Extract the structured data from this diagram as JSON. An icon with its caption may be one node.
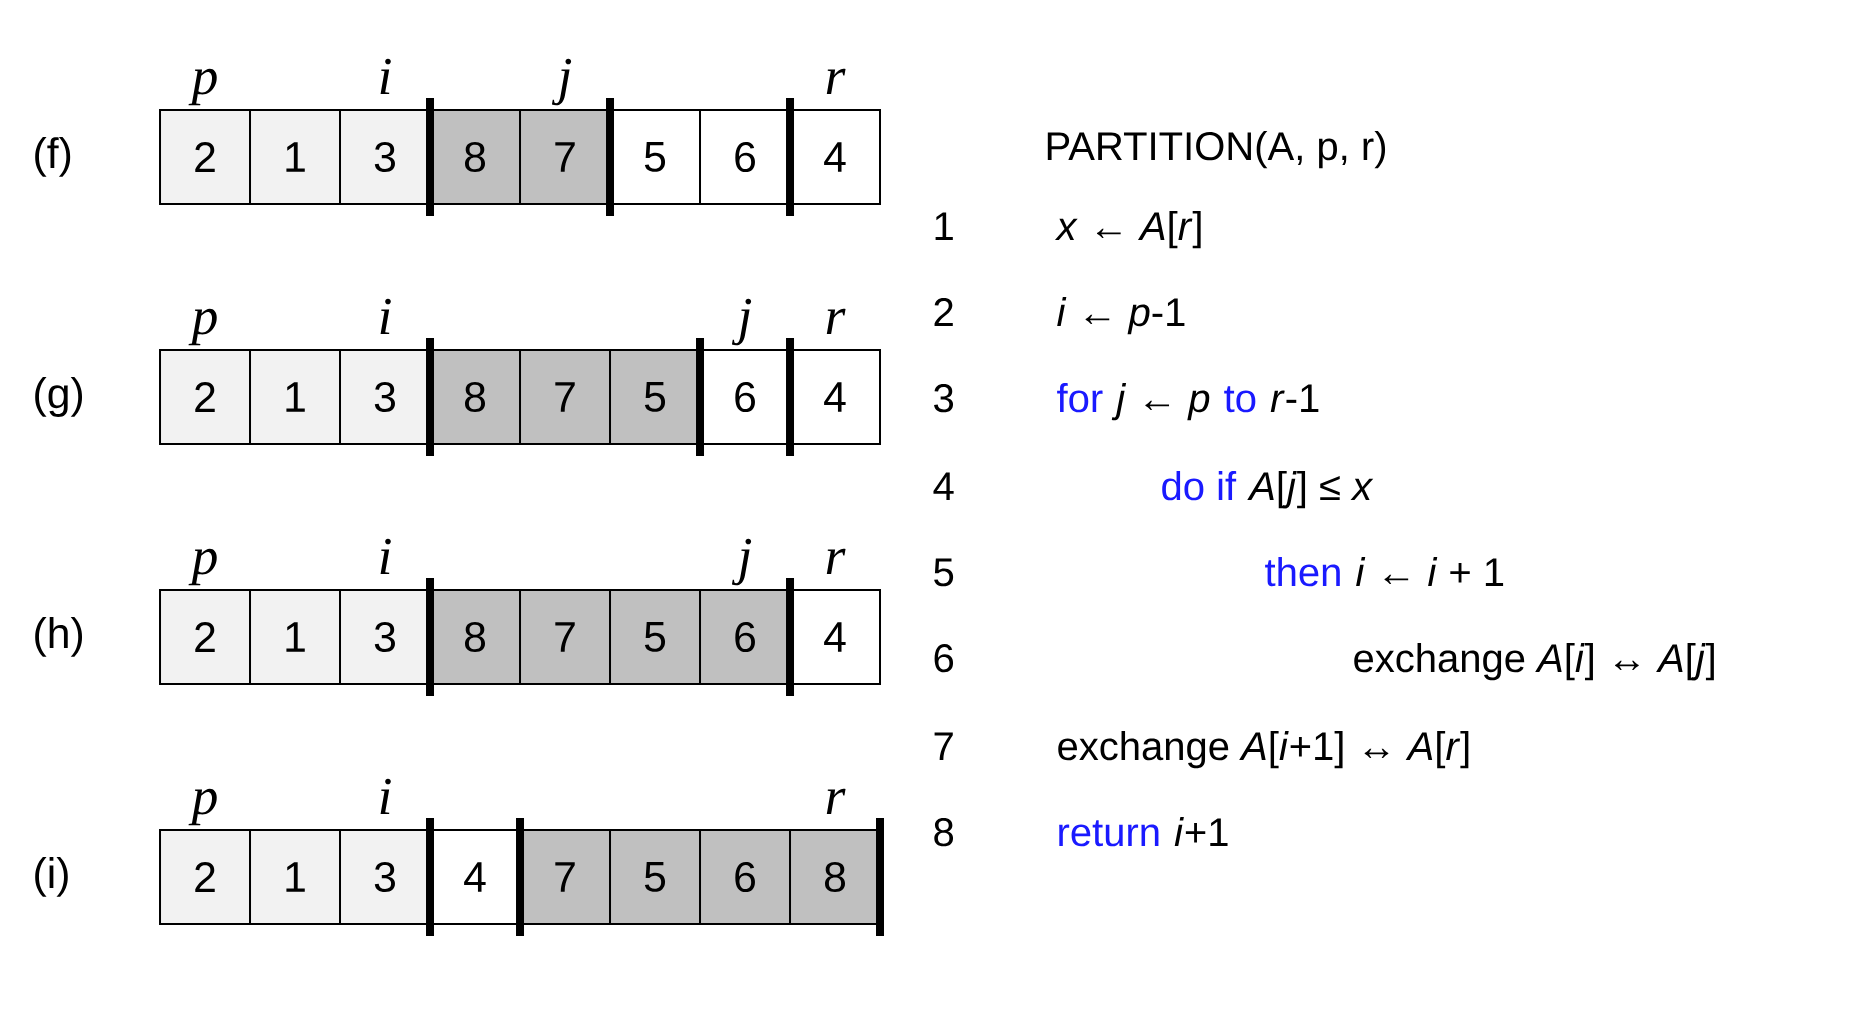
{
  "diagram": {
    "nodes": [
      {
        "text": [
          "2"
        ]
      },
      {
        "text": [
          "1"
        ]
      },
      {
        "text": [
          "3"
        ]
      },
      {
        "text": [
          "8"
        ]
      },
      {
        "text": [
          "7"
        ]
      },
      {
        "text": [
          "5"
        ]
      },
      {
        "text": [
          "6"
        ]
      },
      {
        "text": [
          "4"
        ]
      },
      {
        "text": [
          "2"
        ]
      },
      {
        "text": [
          "1"
        ]
      },
      {
        "text": [
          "3"
        ]
      },
      {
        "text": [
          "8"
        ]
      },
      {
        "text": [
          "7"
        ]
      },
      {
        "text": [
          "5"
        ]
      },
      {
        "text": [
          "6"
        ]
      },
      {
        "text": [
          "4"
        ]
      },
      {
        "text": [
          "2"
        ]
      },
      {
        "text": [
          "1"
        ]
      },
      {
        "text": [
          "3"
        ]
      },
      {
        "text": [
          "8"
        ]
      },
      {
        "text": [
          "7"
        ]
      },
      {
        "text": [
          "5"
        ]
      },
      {
        "text": [
          "6"
        ]
      },
      {
        "text": [
          "4"
        ]
      },
      {
        "text": [
          "2"
        ]
      },
      {
        "text": [
          "1"
        ]
      },
      {
        "text": [
          "3"
        ]
      },
      {
        "text": [
          "4"
        ]
      },
      {
        "text": [
          "7"
        ]
      },
      {
        "text": [
          "5"
        ]
      },
      {
        "text": [
          "6"
        ]
      },
      {
        "text": [
          "8"
        ]
      }
    ],
    "labels": [
      "p",
      "i",
      "j",
      "r",
      "(f)",
      "p",
      "i",
      "j",
      "r",
      "(g)",
      "p",
      "i",
      "j",
      "r",
      "(h)",
      "p",
      "i",
      "r",
      "(i)",
      "PARTITION(A, p, r)",
      "1",
      "*x* ← *A*[*r*]",
      "2",
      "*i* ← *p*-1",
      "3",
      "for",
      "*j* ← *p*",
      "to",
      "*r*-1",
      "4",
      "do if",
      "*A*[*j*] ≤ *x*",
      "5",
      "then",
      "*i* ← *i* + 1",
      "6",
      "exchange *A*[*i*] ↔ *A*[*j*]",
      "7",
      "exchange *A*[*i*+1] ↔ *A*[*r*]",
      "8",
      "return",
      "*i*+1"
    ]
  }
}
